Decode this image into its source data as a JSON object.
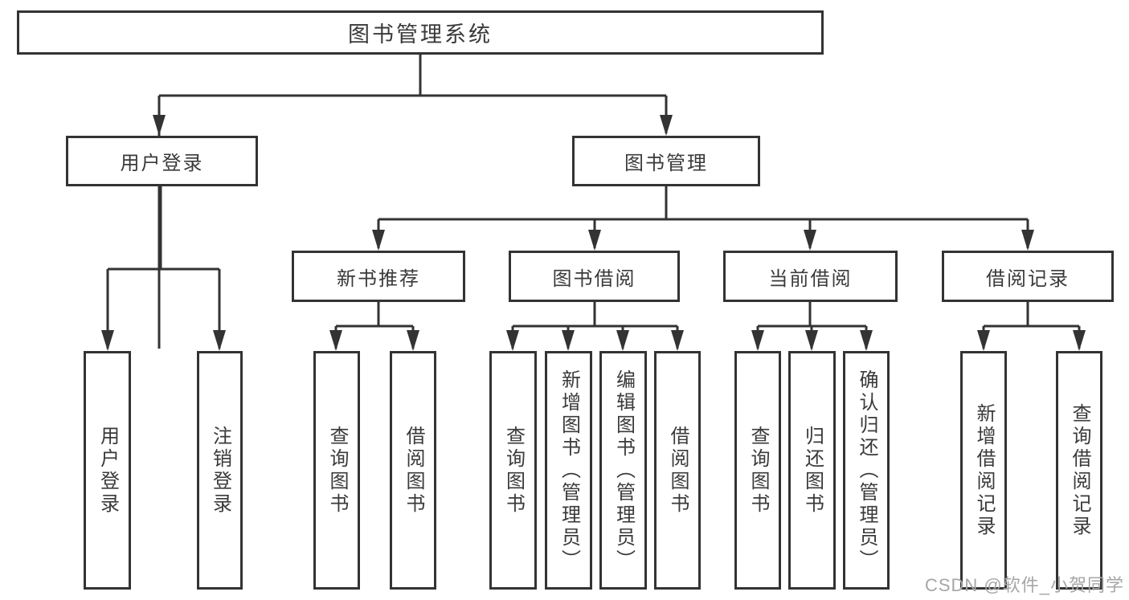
{
  "tree": {
    "root": {
      "label": "图书管理系统"
    },
    "branches": [
      {
        "label": "用户登录",
        "children": [
          {
            "label": "用户登录"
          },
          {
            "label": "注销登录"
          }
        ]
      },
      {
        "label": "图书管理",
        "children": [
          {
            "label": "新书推荐",
            "children": [
              {
                "label": "查询图书"
              },
              {
                "label": "借阅图书"
              }
            ]
          },
          {
            "label": "图书借阅",
            "children": [
              {
                "label": "查询图书"
              },
              {
                "label": "新增图书（管理员）"
              },
              {
                "label": "编辑图书（管理员）"
              },
              {
                "label": "借阅图书"
              }
            ]
          },
          {
            "label": "当前借阅",
            "children": [
              {
                "label": "查询图书"
              },
              {
                "label": "归还图书"
              },
              {
                "label": "确认归还（管理员）"
              }
            ]
          },
          {
            "label": "借阅记录",
            "children": [
              {
                "label": "新增借阅记录"
              },
              {
                "label": "查询借阅记录"
              }
            ]
          }
        ]
      }
    ]
  },
  "watermark": {
    "text": "CSDN @软件_小贺同学"
  },
  "colors": {
    "line": "#333333",
    "box_border": "#333333",
    "box_fill": "#ffffff",
    "text": "#3a3a3a",
    "watermark_text": "#a6a6a6",
    "background": "#ffffff"
  }
}
